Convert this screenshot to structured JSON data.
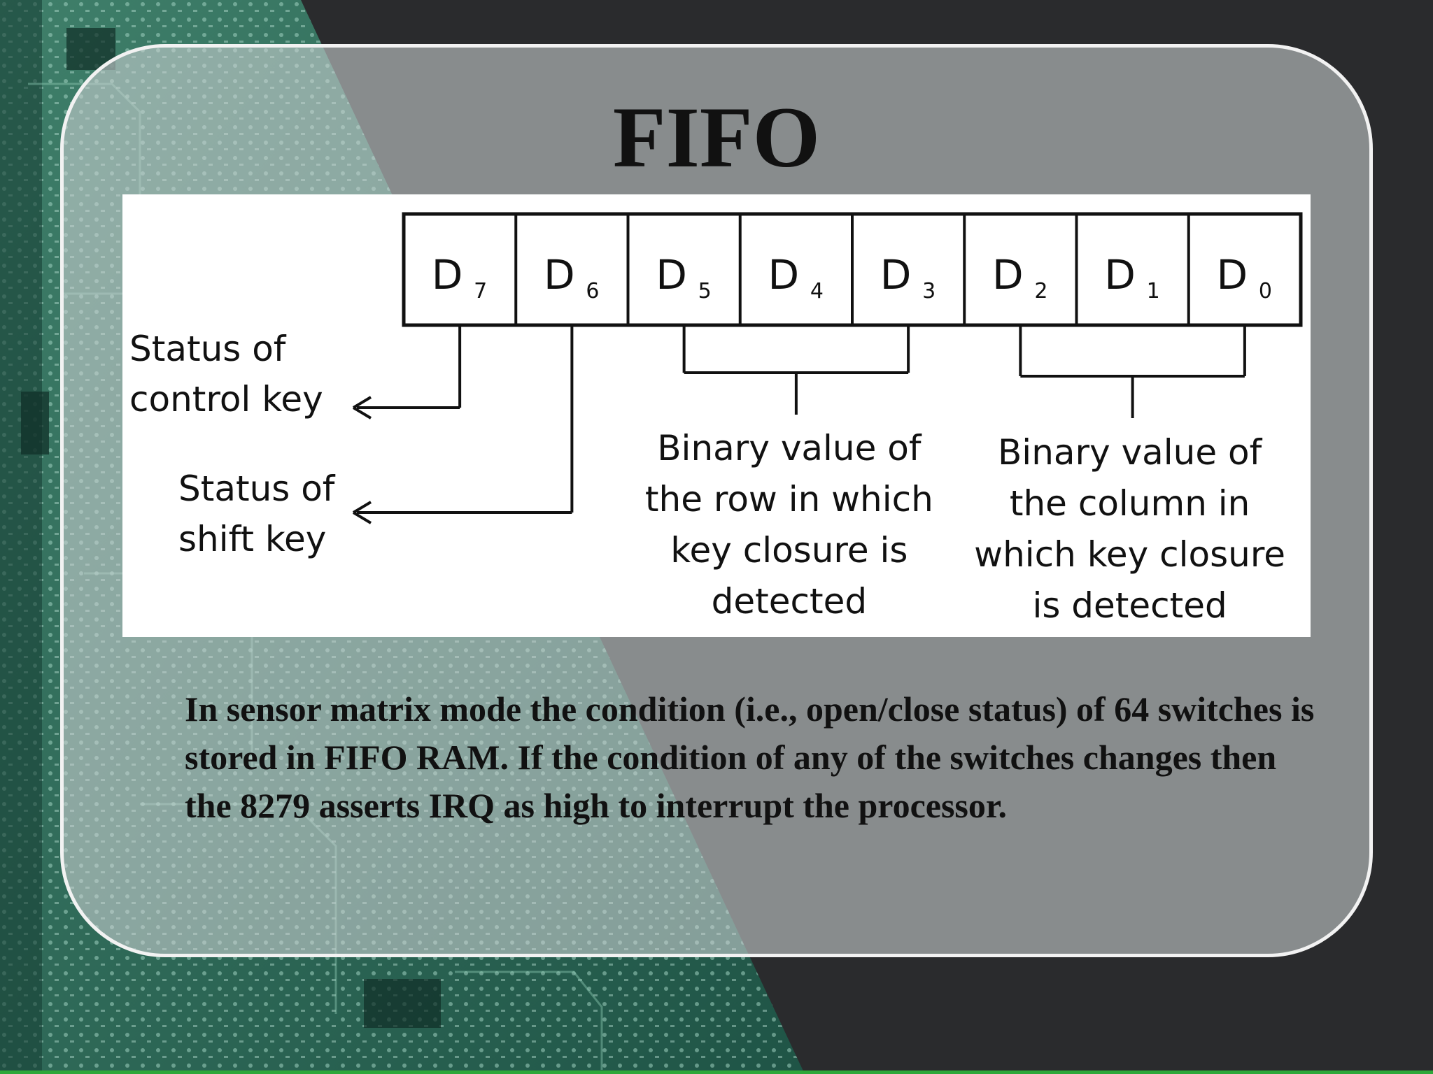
{
  "slide": {
    "title": "FIFO",
    "body": "In sensor matrix mode the condition (i.e., open/close status) of 64 switches is stored in FIFO RAM. If the condition of any of the switches changes then the 8279 asserts IRQ as high to interrupt the processor."
  },
  "diagram": {
    "bits": [
      {
        "main": "D",
        "sub": "7"
      },
      {
        "main": "D",
        "sub": "6"
      },
      {
        "main": "D",
        "sub": "5"
      },
      {
        "main": "D",
        "sub": "4"
      },
      {
        "main": "D",
        "sub": "3"
      },
      {
        "main": "D",
        "sub": "2"
      },
      {
        "main": "D",
        "sub": "1"
      },
      {
        "main": "D",
        "sub": "0"
      }
    ],
    "control_label": [
      "Status of",
      "control key"
    ],
    "shift_label": [
      "Status of",
      "shift key"
    ],
    "row_label": [
      "Binary value of",
      "the row in which",
      "key closure is",
      "detected"
    ],
    "column_label": [
      "Binary value of",
      "the column in",
      "which key closure",
      "is detected"
    ]
  },
  "colors": {
    "background": "#2a2b2d",
    "board": "#2f6b57",
    "panel_border": "#f2f2f2",
    "accent_line": "#2ea83a",
    "text": "#111111"
  }
}
